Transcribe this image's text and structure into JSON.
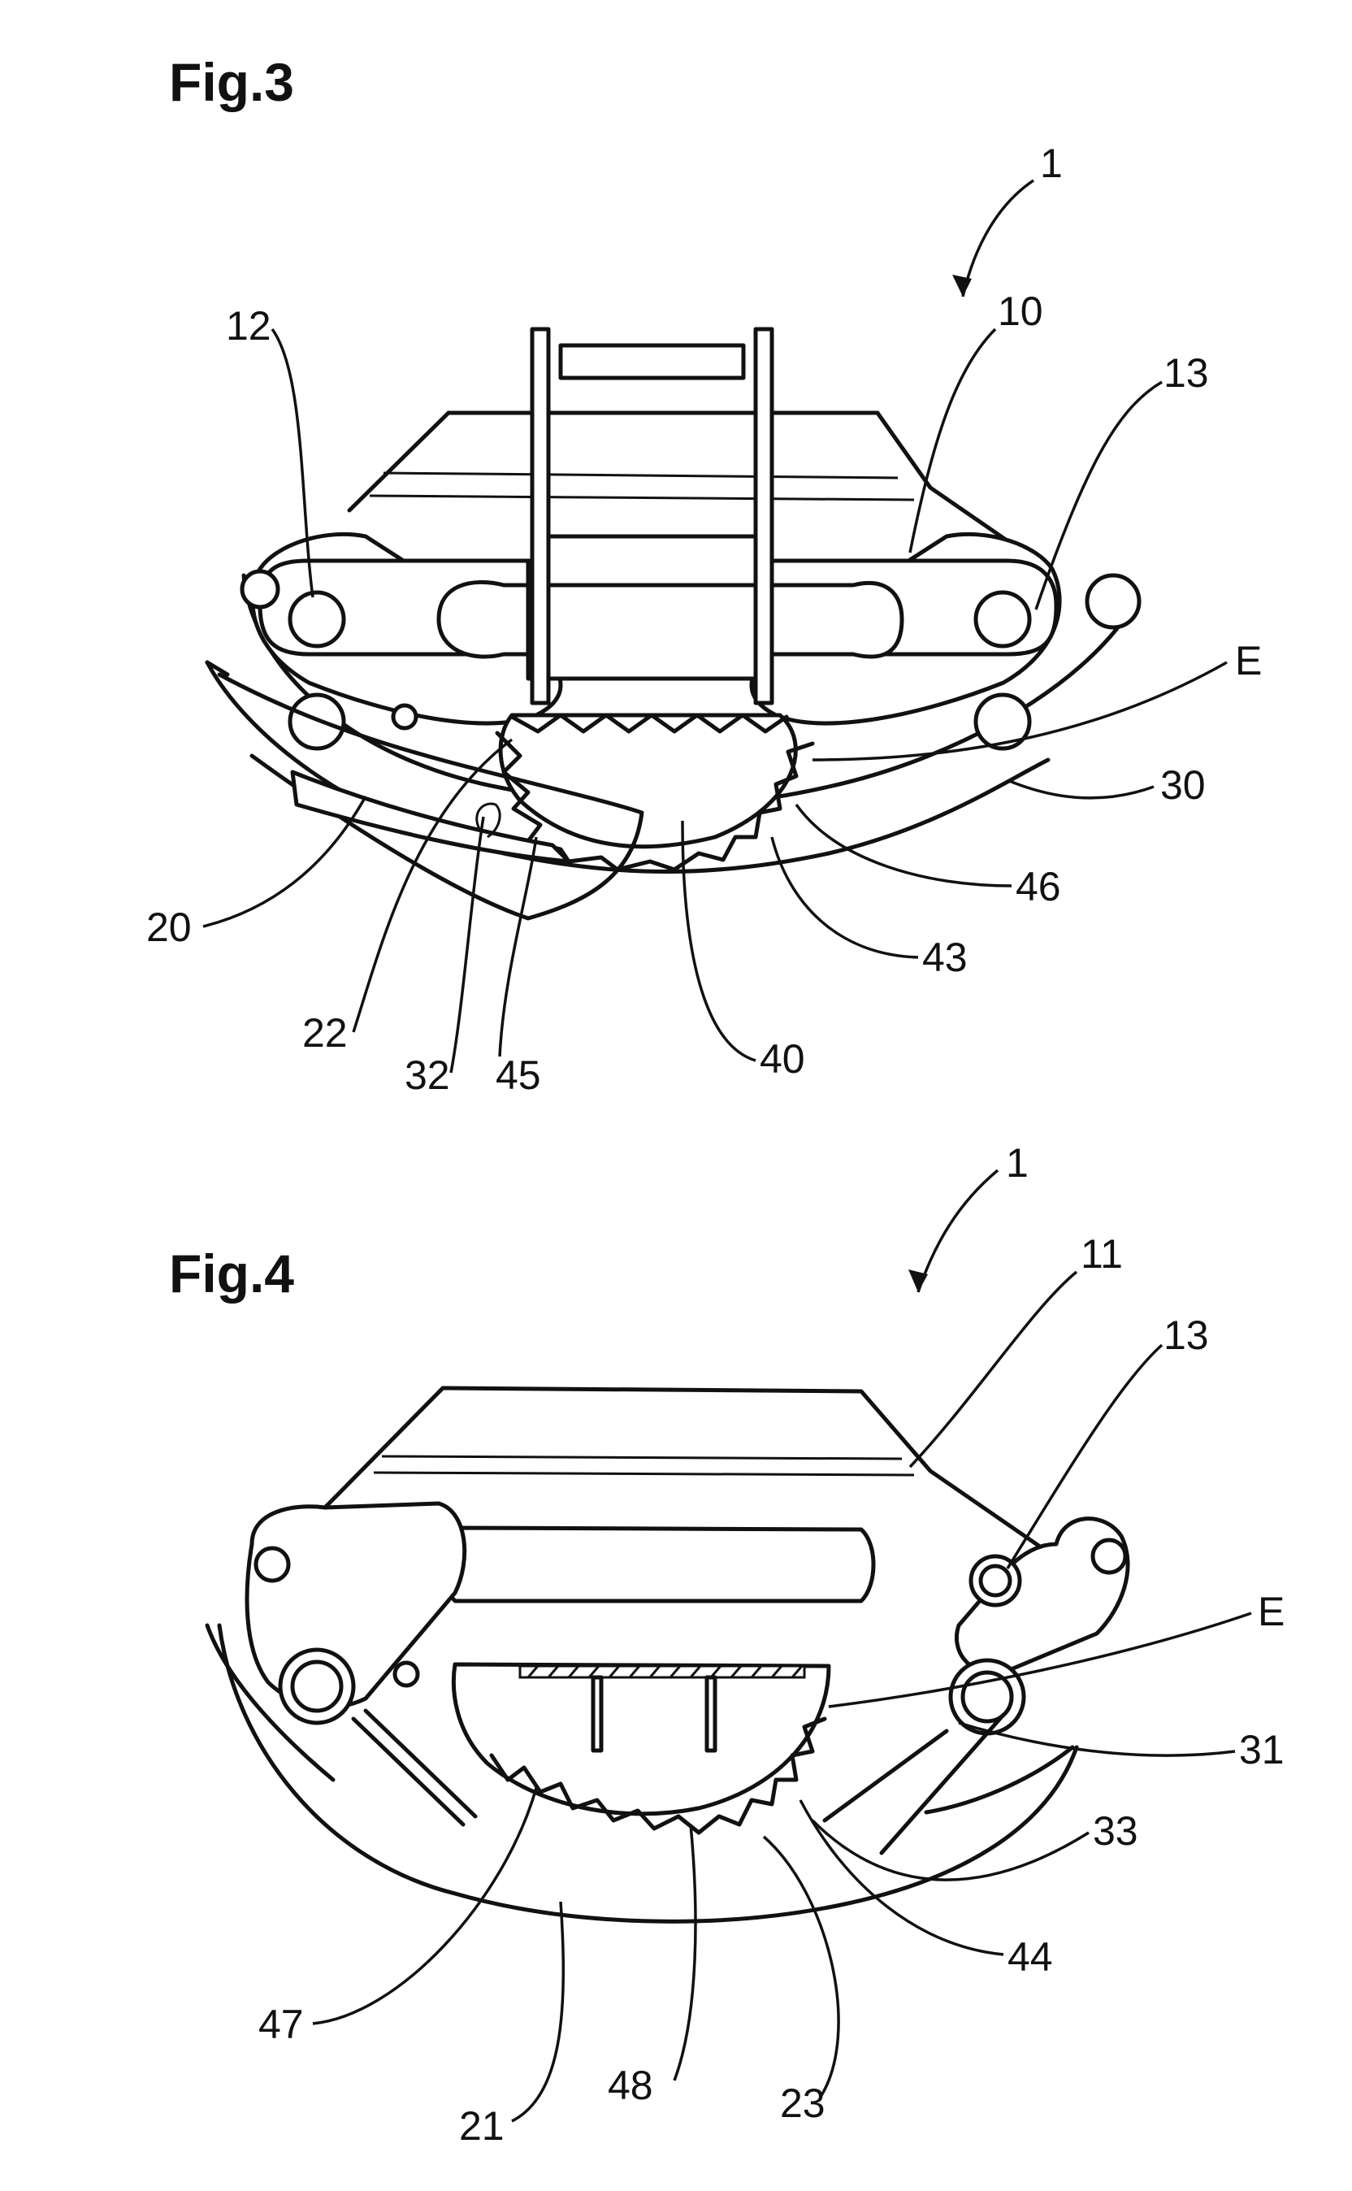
{
  "figures": [
    {
      "title": "Fig.3",
      "labels": [
        "1",
        "10",
        "12",
        "13",
        "E",
        "30",
        "46",
        "43",
        "40",
        "45",
        "32",
        "22",
        "20"
      ]
    },
    {
      "title": "Fig.4",
      "labels": [
        "1",
        "11",
        "13",
        "E",
        "31",
        "33",
        "44",
        "23",
        "48",
        "21",
        "47"
      ]
    }
  ]
}
